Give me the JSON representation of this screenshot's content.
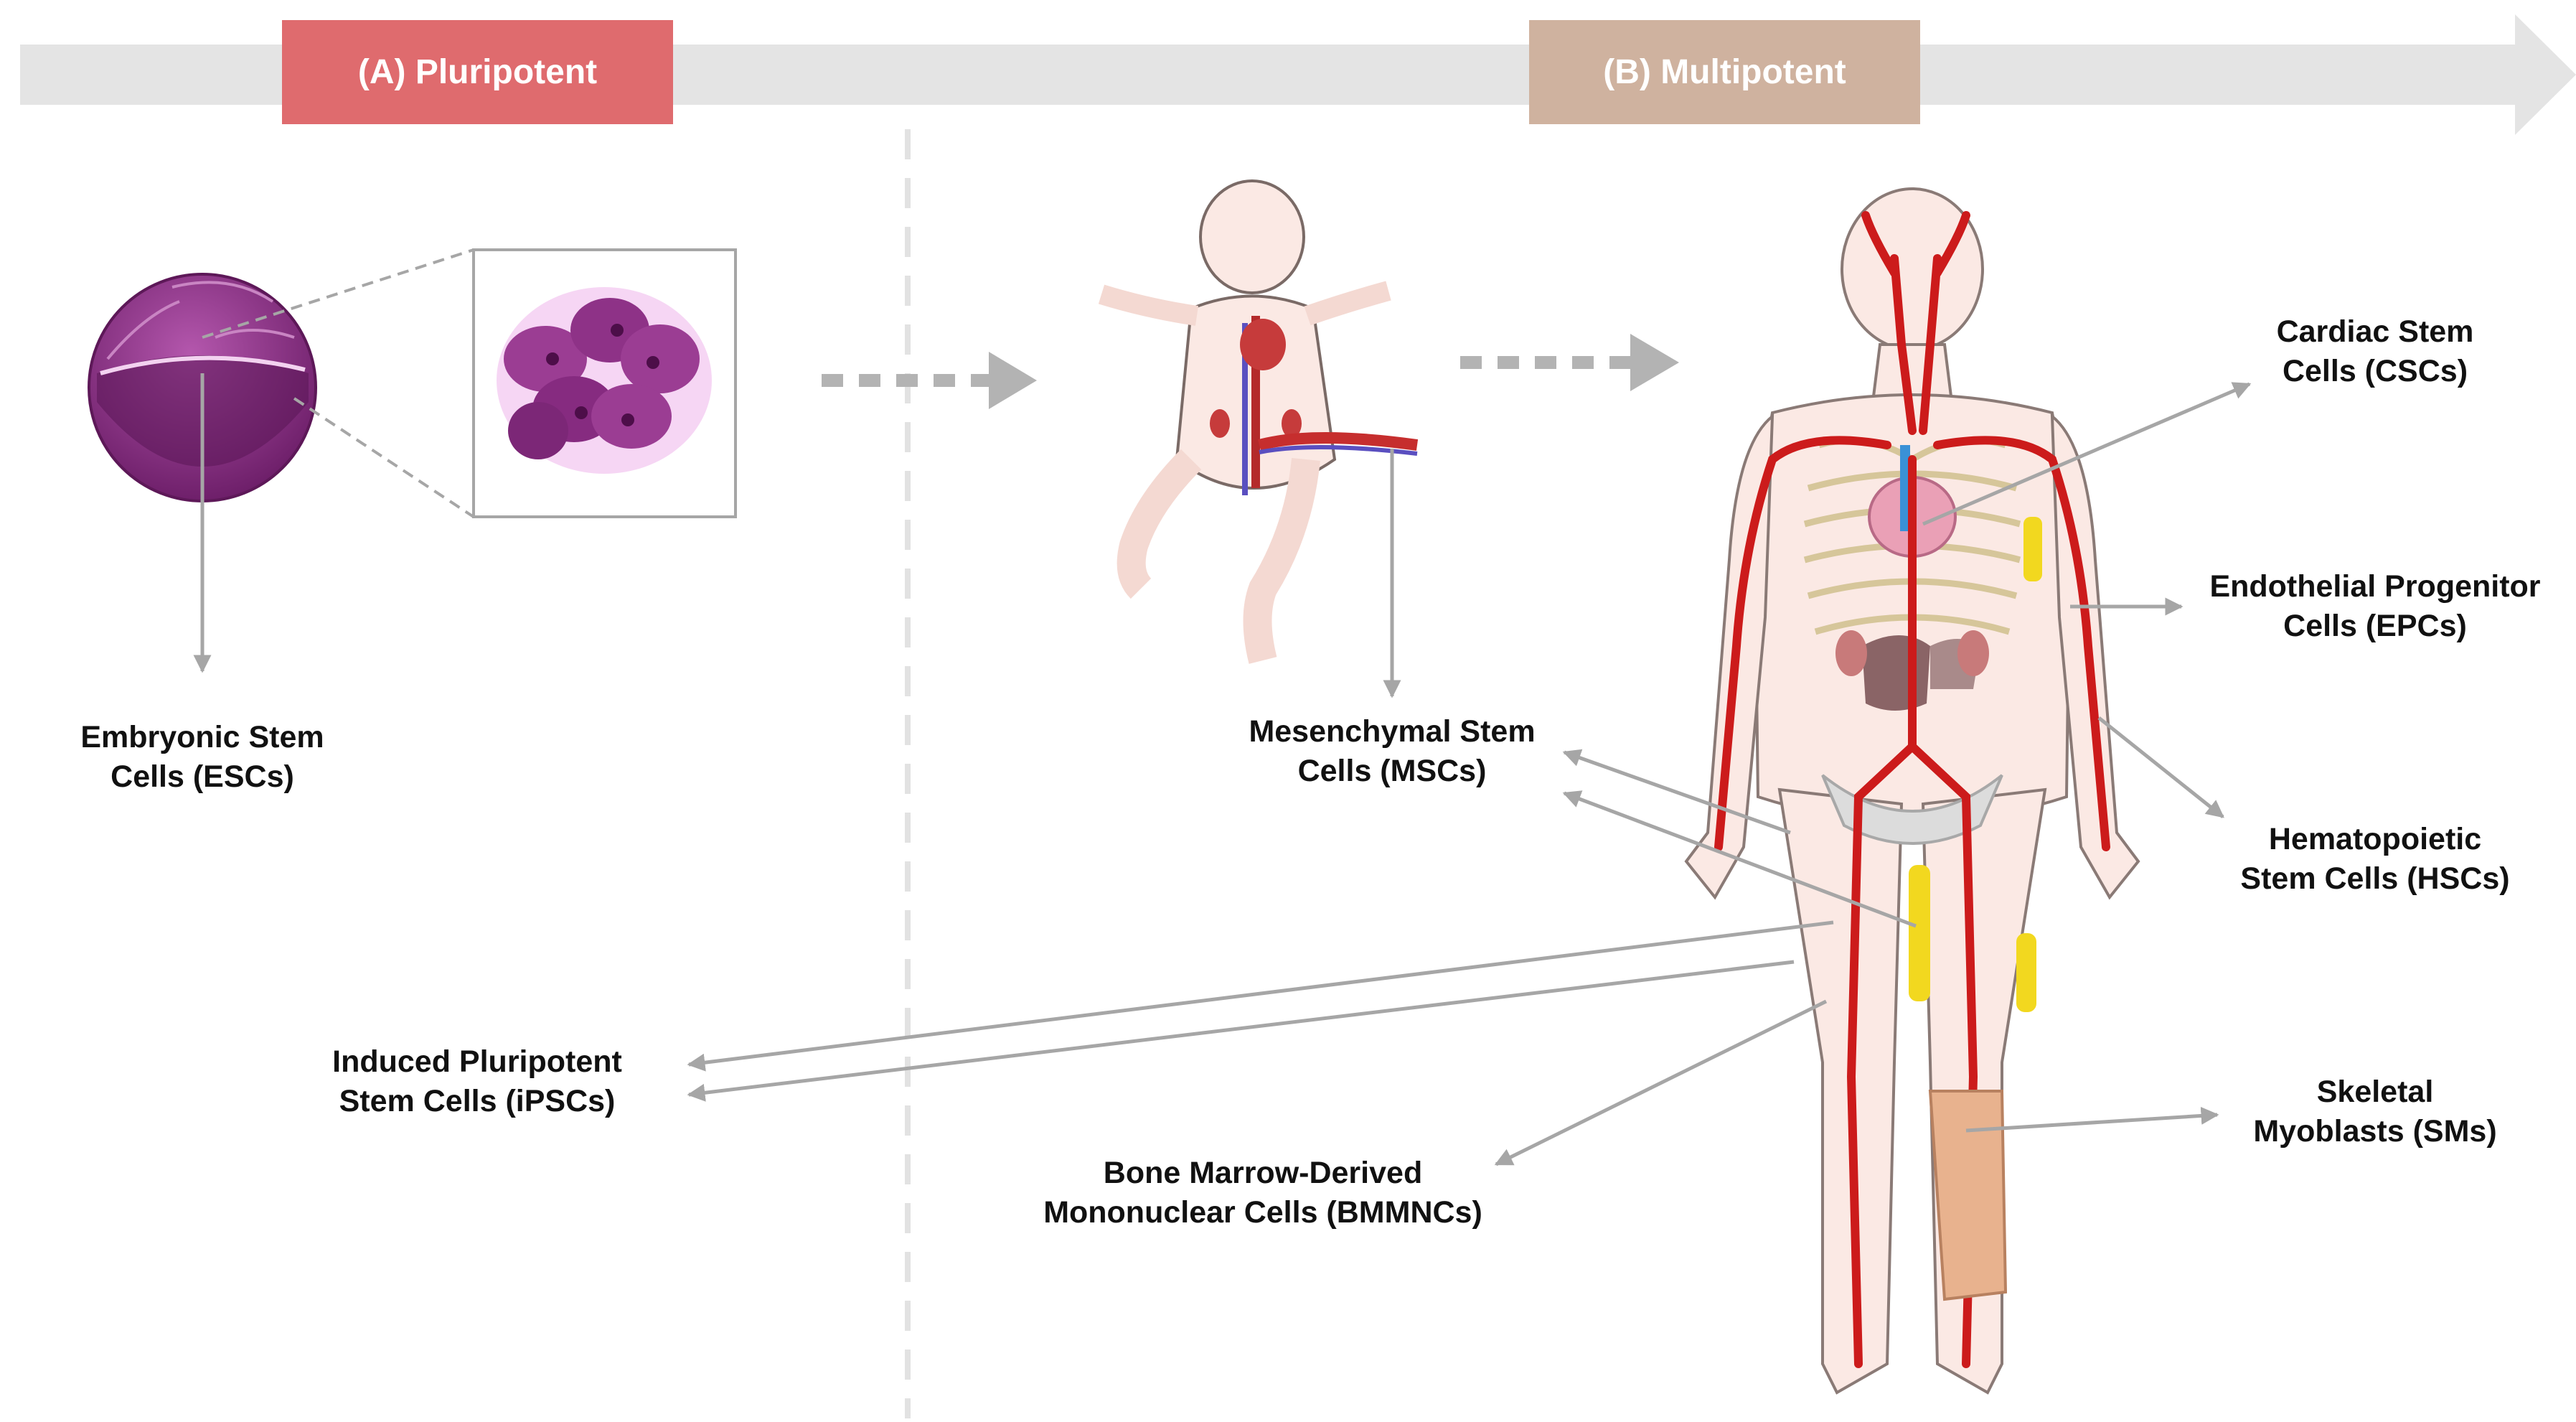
{
  "header": {
    "pluripotent_label": "(A) Pluripotent",
    "multipotent_label": "(B) Multipotent"
  },
  "labels": {
    "esc": [
      "Embryonic Stem",
      "Cells (ESCs)"
    ],
    "msc": [
      "Mesenchymal Stem",
      "Cells (MSCs)"
    ],
    "ipsc": [
      "Induced Pluripotent",
      "Stem Cells (iPSCs)"
    ],
    "bmmnc": [
      "Bone Marrow-Derived",
      "Mononuclear Cells (BMMNCs)"
    ],
    "csc": [
      "Cardiac Stem",
      "Cells (CSCs)"
    ],
    "epc": [
      "Endothelial Progenitor",
      "Cells (EPCs)"
    ],
    "hsc": [
      "Hematopoietic",
      "Stem Cells (HSCs)"
    ],
    "sm": [
      "Skeletal",
      "Myoblasts (SMs)"
    ]
  },
  "colors": {
    "arrow_band": "#e4e4e4",
    "pluripotent": "#df6b6e",
    "multipotent": "#cfb29f",
    "connector": "#a6a6a6",
    "blastocyst": "#8c2f86",
    "artery": "#cc1b1b",
    "skin": "#fbe9e4"
  }
}
